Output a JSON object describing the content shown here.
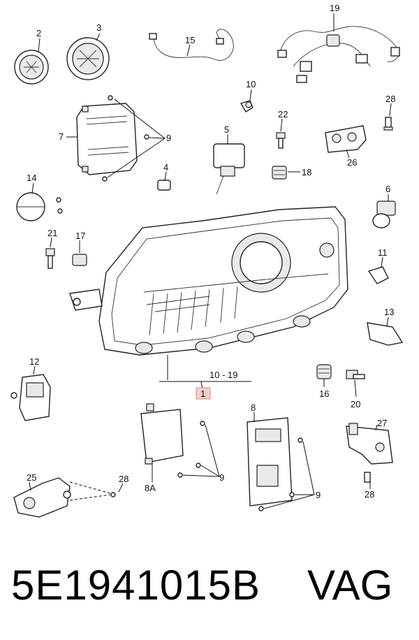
{
  "callouts": {
    "c1": "1",
    "c2": "2",
    "c3": "3",
    "c4": "4",
    "c5": "5",
    "c6": "6",
    "c7": "7",
    "c8": "8",
    "c8a": "8A",
    "c9a": "9",
    "c9b": "9",
    "c9c": "9",
    "c10": "10",
    "c10_19": "10 - 19",
    "c11": "11",
    "c12": "12",
    "c13": "13",
    "c14": "14",
    "c15": "15",
    "c16": "16",
    "c17": "17",
    "c18": "18",
    "c19": "19",
    "c20": "20",
    "c21": "21",
    "c22": "22",
    "c25": "25",
    "c26": "26",
    "c27": "27",
    "c28a": "28",
    "c28b": "28",
    "c28c": "28"
  },
  "footer": {
    "part_number": "5E1941015B",
    "brand": "VAG"
  },
  "colors": {
    "highlight": "#f7cfcf",
    "line": "#111111"
  }
}
